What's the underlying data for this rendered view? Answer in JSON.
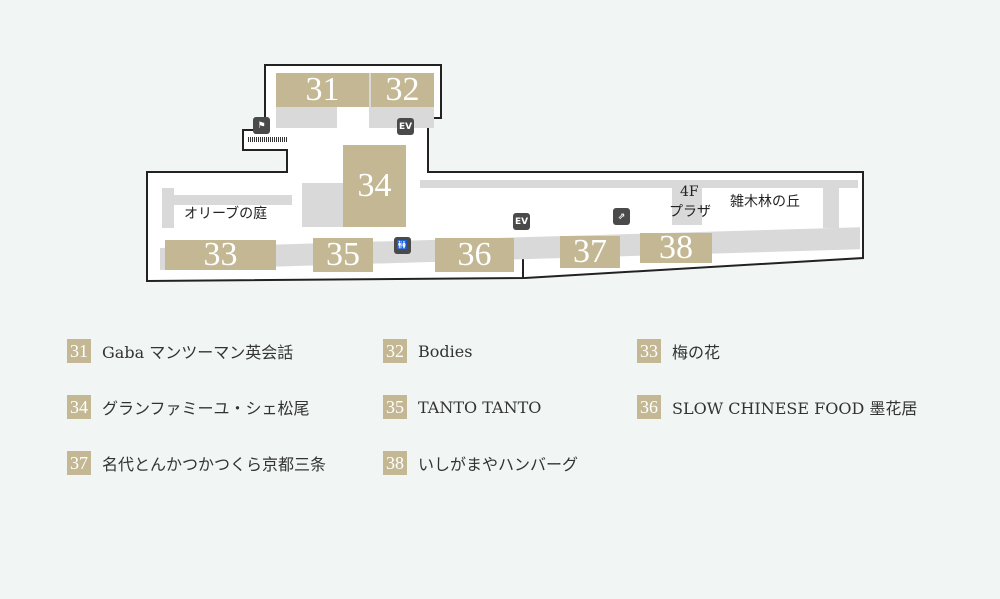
{
  "map": {
    "shops": [
      "31",
      "32",
      "33",
      "34",
      "35",
      "36",
      "37",
      "38"
    ],
    "areas": {
      "olive": "オリーブの庭",
      "plaza_floor": "4F",
      "plaza": "プラザ",
      "forest": "雑木林の丘"
    },
    "icons": {
      "ev": "EV",
      "stairs": "stairs-icon",
      "restroom": "restroom-icon",
      "escalator": "escalator-icon"
    }
  },
  "legend": [
    {
      "num": "31",
      "name": "Gaba マンツーマン英会話"
    },
    {
      "num": "32",
      "name": "Bodies"
    },
    {
      "num": "33",
      "name": "梅の花"
    },
    {
      "num": "34",
      "name": "グランファミーユ・シェ松尾"
    },
    {
      "num": "35",
      "name": "TANTO TANTO"
    },
    {
      "num": "36",
      "name": "SLOW CHINESE FOOD 墨花居"
    },
    {
      "num": "37",
      "name": "名代とんかつかつくら京都三条"
    },
    {
      "num": "38",
      "name": "いしがまやハンバーグ"
    }
  ],
  "colors": {
    "shop": "#c3b893",
    "background": "#f1f6f4"
  }
}
